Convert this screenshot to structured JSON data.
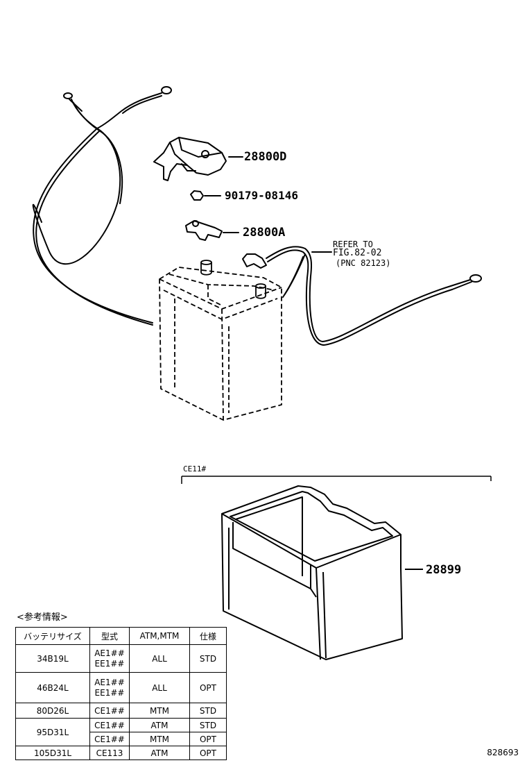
{
  "parts": {
    "cover": "28800D",
    "nut": "90179-08146",
    "clamp": "28800A",
    "tray": "28899"
  },
  "refer": {
    "line1": "REFER TO",
    "line2": "FIG.82-02",
    "line3": "(PNC 82123)"
  },
  "condition_label": "CE11#",
  "info_title": "<参考情報>",
  "table": {
    "headers": [
      "バッテリサイズ",
      "型式",
      "ATM,MTM",
      "仕様"
    ],
    "rows": [
      {
        "size": "34B19L",
        "model1": "AE1##",
        "model2": "EE1##",
        "trans": "ALL",
        "spec": "STD"
      },
      {
        "size": "46B24L",
        "model1": "AE1##",
        "model2": "EE1##",
        "trans": "ALL",
        "spec": "OPT"
      },
      {
        "size": "80D26L",
        "model1": "CE1##",
        "trans": "MTM",
        "spec": "STD"
      },
      {
        "size": "95D31L",
        "model1": "CE1##",
        "trans": "ATM",
        "spec": "STD"
      },
      {
        "model1": "CE1##",
        "trans": "MTM",
        "spec": "OPT"
      },
      {
        "size": "105D31L",
        "model1": "CE113",
        "trans": "ATM",
        "spec": "OPT"
      }
    ]
  },
  "figure_code": "828693"
}
